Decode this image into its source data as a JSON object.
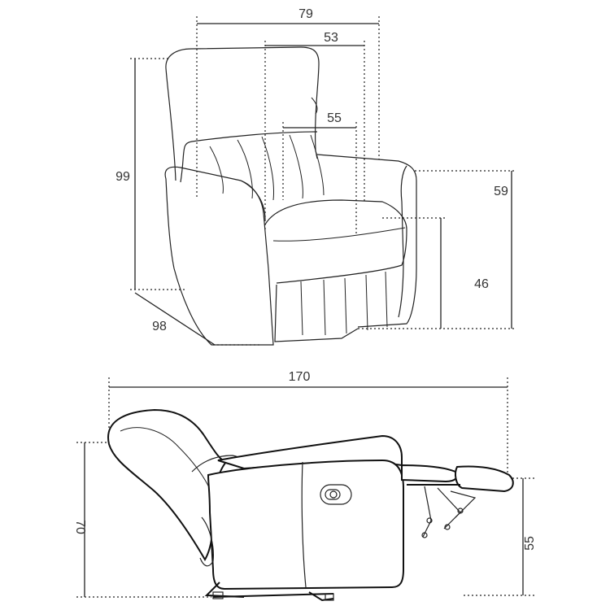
{
  "dimensions": {
    "front_width": "79",
    "seat_width": "53",
    "back_width": "55",
    "total_height": "99",
    "armrest_height": "59",
    "seat_height": "46",
    "depth": "98",
    "reclined_length": "170",
    "reclined_height": "70",
    "footrest_height": "55"
  }
}
